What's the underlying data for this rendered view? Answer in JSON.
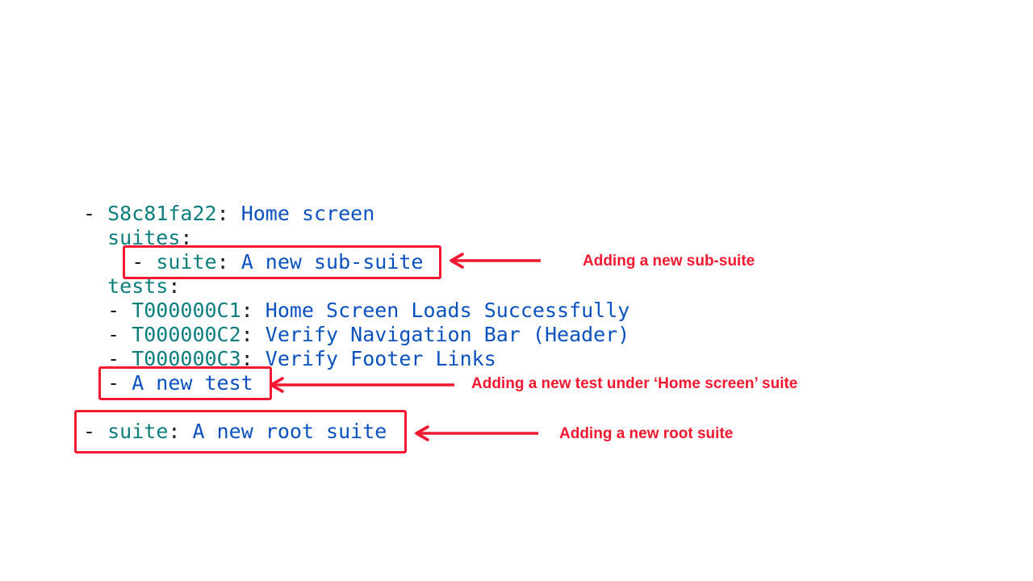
{
  "colors": {
    "key_teal": "#0D7D7D",
    "value_blue": "#0B52BF",
    "punctuation_dark": "#1C1C1E",
    "annotation_red": "#F1182F",
    "page_bg": "#FFFFFF"
  },
  "code": {
    "line1": {
      "dash": "- ",
      "key": "S8c81fa22",
      "colon": ": ",
      "value": "Home screen"
    },
    "line2": {
      "key": "suites",
      "colon": ":"
    },
    "line3": {
      "dash": "- ",
      "key": "suite",
      "colon": ": ",
      "value": "A new sub-suite"
    },
    "line4": {
      "key": "tests",
      "colon": ":"
    },
    "line5": {
      "dash": "- ",
      "key": "T000000C1",
      "colon": ": ",
      "value": "Home Screen Loads Successfully"
    },
    "line6": {
      "dash": "- ",
      "key": "T000000C2",
      "colon": ": ",
      "value": "Verify Navigation Bar (Header)"
    },
    "line7": {
      "dash": "- ",
      "key": "T000000C3",
      "colon": ": ",
      "value": "Verify Footer Links"
    },
    "line8": {
      "dash": "- ",
      "value": "A new test"
    },
    "line10": {
      "dash": "- ",
      "key": "suite",
      "colon": ": ",
      "value": "A new root suite"
    }
  },
  "annotations": {
    "sub_suite": "Adding a new sub-suite",
    "new_test": "Adding a new test under ‘Home screen’ suite",
    "root_suite": "Adding a new root suite"
  }
}
